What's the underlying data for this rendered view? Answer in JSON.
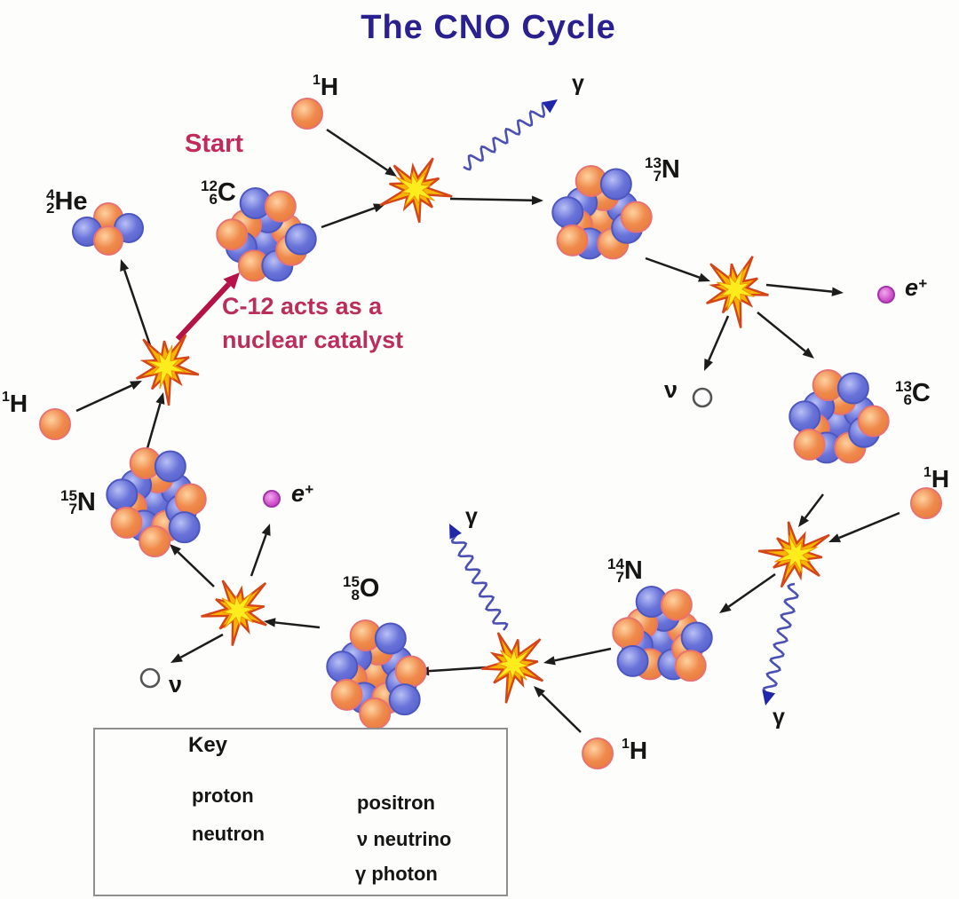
{
  "title": "The CNO Cycle",
  "annotations": {
    "start": "Start",
    "catalyst_line1": "C-12 acts as a",
    "catalyst_line2": "nuclear catalyst"
  },
  "hydrogen": {
    "mass": "1",
    "sym": "H"
  },
  "nuclides": {
    "he4": {
      "mass": "4",
      "z": "2",
      "sym": "He"
    },
    "c12": {
      "mass": "12",
      "z": "6",
      "sym": "C"
    },
    "n13": {
      "mass": "13",
      "z": "7",
      "sym": "N"
    },
    "c13": {
      "mass": "13",
      "z": "6",
      "sym": "C"
    },
    "n14": {
      "mass": "14",
      "z": "7",
      "sym": "N"
    },
    "o15": {
      "mass": "15",
      "z": "8",
      "sym": "O"
    },
    "n15": {
      "mass": "15",
      "z": "7",
      "sym": "N"
    }
  },
  "particles": {
    "positron_base": "e",
    "positron_charge": "+",
    "neutrino_symbol": "ν",
    "photon_symbol": "γ"
  },
  "key": {
    "title": "Key",
    "proton_label": "proton",
    "neutron_label": "neutron",
    "positron_label": "positron",
    "neutrino_label": "ν neutrino",
    "photon_label": "γ photon"
  },
  "colors": {
    "title": "#2b2090",
    "annotation": "#c32a5c",
    "catalyst_arrow": "#b5124a",
    "arrow": "#1c1c1c",
    "proton_fill": "#ef8a4c",
    "proton_edge": "#e87272",
    "neutron_fill": "#6872d8",
    "neutron_edge": "#4d57bf",
    "positron_fill": "#d355cc",
    "positron_edge": "#a233a8",
    "neutrino_edge": "#555555",
    "photon": "#4a50b4",
    "photon_head": "#2026a8",
    "starburst_outer": "#f9b400",
    "starburst_spike": "#d4451a",
    "starburst_core": "#ffec1c"
  }
}
